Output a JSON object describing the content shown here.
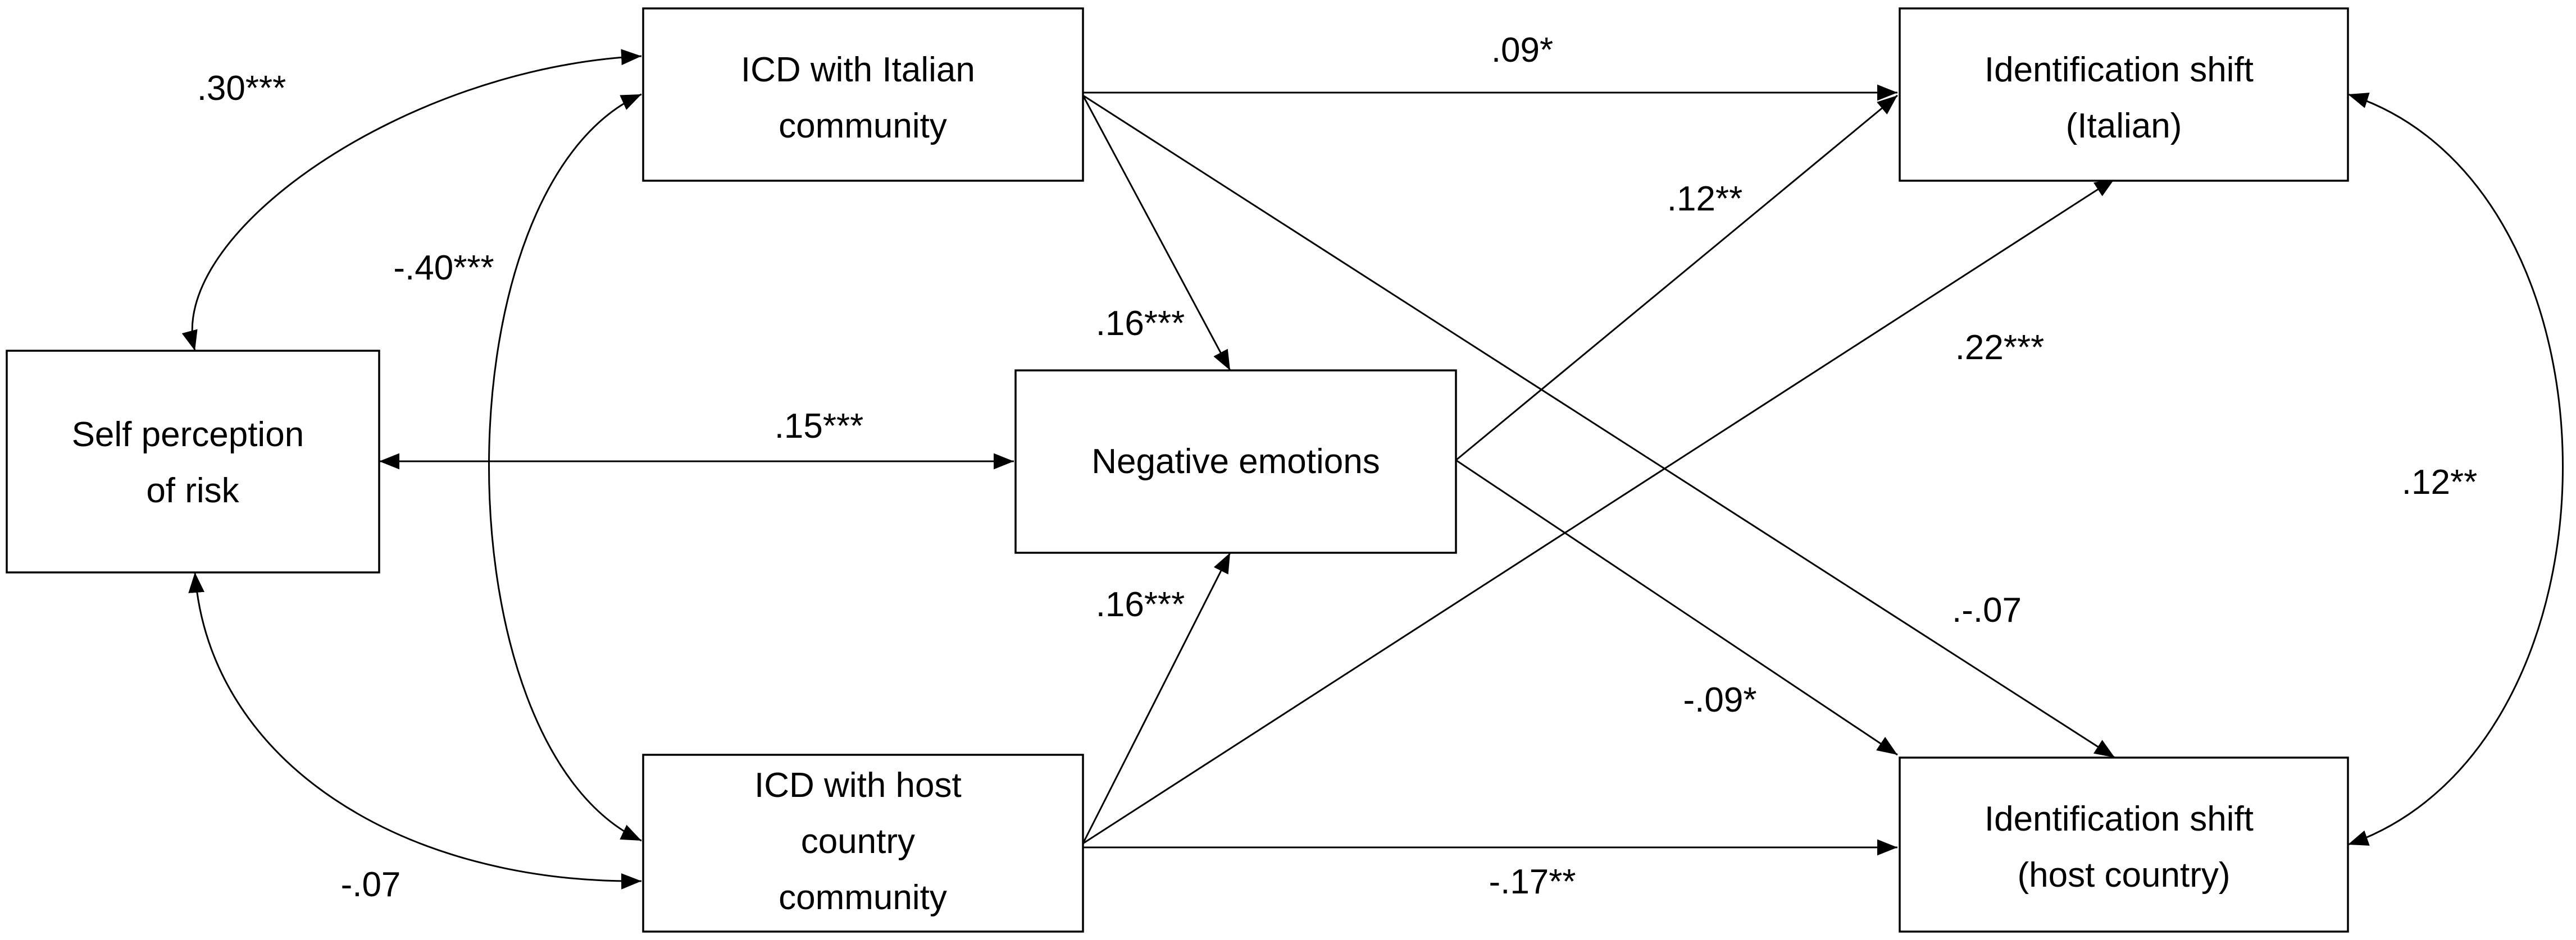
{
  "nodes": [
    {
      "id": "icd_italian",
      "lines": [
        "ICD with Italian",
        "community"
      ]
    },
    {
      "id": "self_risk",
      "lines": [
        "Self perception",
        "of risk"
      ]
    },
    {
      "id": "neg_emotions",
      "lines": [
        "Negative emotions"
      ]
    },
    {
      "id": "icd_host",
      "lines": [
        "ICD with host",
        "country",
        "community"
      ]
    },
    {
      "id": "id_shift_italian",
      "lines": [
        "Identification shift",
        "(Italian)"
      ]
    },
    {
      "id": "id_shift_host",
      "lines": [
        "Identification shift",
        "(host country)"
      ]
    }
  ],
  "edges": [
    {
      "id": "cov_risk_icdit",
      "from": "self_risk",
      "to": "icd_italian",
      "kind": "covariance",
      "coefficient": ".30***"
    },
    {
      "id": "cov_icdit_icdhost",
      "from": "icd_italian",
      "to": "icd_host",
      "kind": "covariance",
      "coefficient": "-.40***"
    },
    {
      "id": "cov_risk_icdhost",
      "from": "self_risk",
      "to": "icd_host",
      "kind": "covariance",
      "coefficient": "-.07"
    },
    {
      "id": "cov_risk_neg",
      "from": "self_risk",
      "to": "neg_emotions",
      "kind": "covariance",
      "coefficient": ".15***"
    },
    {
      "id": "path_icdit_neg",
      "from": "icd_italian",
      "to": "neg_emotions",
      "kind": "path",
      "coefficient": ".16***"
    },
    {
      "id": "path_icdhost_neg",
      "from": "icd_host",
      "to": "neg_emotions",
      "kind": "path",
      "coefficient": ".16***"
    },
    {
      "id": "path_icdit_idit",
      "from": "icd_italian",
      "to": "id_shift_italian",
      "kind": "path",
      "coefficient": ".09*"
    },
    {
      "id": "path_neg_idit",
      "from": "neg_emotions",
      "to": "id_shift_italian",
      "kind": "path",
      "coefficient": ".12**"
    },
    {
      "id": "path_icdhost_idit",
      "from": "icd_host",
      "to": "id_shift_italian",
      "kind": "path",
      "coefficient": ".22***"
    },
    {
      "id": "path_icdit_idhost",
      "from": "icd_italian",
      "to": "id_shift_host",
      "kind": "path",
      "coefficient": ".-.07"
    },
    {
      "id": "path_neg_idhost",
      "from": "neg_emotions",
      "to": "id_shift_host",
      "kind": "path",
      "coefficient": "-.09*"
    },
    {
      "id": "path_icdhost_idhost",
      "from": "icd_host",
      "to": "id_shift_host",
      "kind": "path",
      "coefficient": "-.17**"
    },
    {
      "id": "cov_idit_idhost",
      "from": "id_shift_italian",
      "to": "id_shift_host",
      "kind": "covariance",
      "coefficient": ".12**"
    }
  ]
}
